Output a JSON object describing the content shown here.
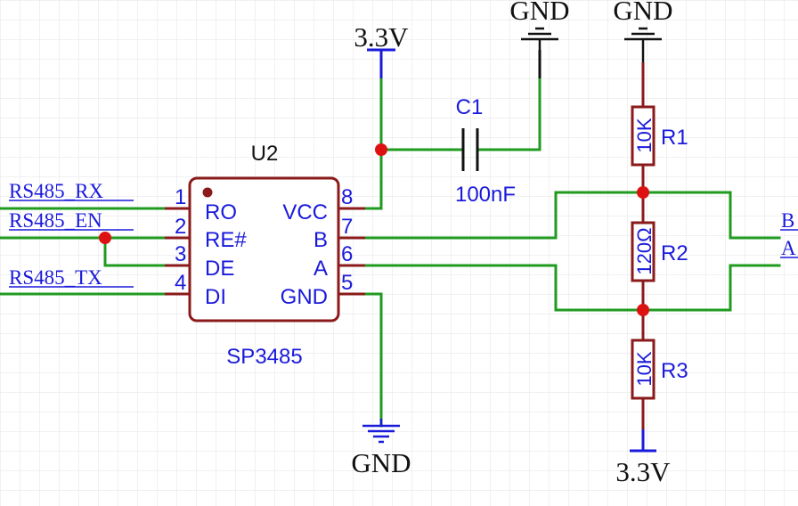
{
  "power_labels": {
    "vcc_top": "3.3V",
    "gnd_cap": "GND",
    "gnd_res": "GND",
    "gnd_chip": "GND",
    "vcc_bottom": "3.3V"
  },
  "chip": {
    "designator": "U2",
    "part": "SP3485",
    "pins": [
      {
        "num": "1",
        "name": "RO"
      },
      {
        "num": "2",
        "name": "RE#"
      },
      {
        "num": "3",
        "name": "DE"
      },
      {
        "num": "4",
        "name": "DI"
      },
      {
        "num": "8",
        "name": "VCC"
      },
      {
        "num": "7",
        "name": "B"
      },
      {
        "num": "6",
        "name": "A"
      },
      {
        "num": "5",
        "name": "GND"
      }
    ]
  },
  "capacitor": {
    "designator": "C1",
    "value": "100nF"
  },
  "resistors": [
    {
      "designator": "R1",
      "value": "10K"
    },
    {
      "designator": "R2",
      "value": "120Ω"
    },
    {
      "designator": "R3",
      "value": "10K"
    }
  ],
  "net_labels": {
    "rx": "RS485_RX",
    "en": "RS485_EN",
    "tx": "RS485_TX",
    "b": "B",
    "a": "A"
  },
  "colors": {
    "wire": "#1f9b1f",
    "component": "#8b1a1a",
    "text": "#1a1adb",
    "junction": "#dd1111",
    "grid": "#e3e3e3"
  }
}
